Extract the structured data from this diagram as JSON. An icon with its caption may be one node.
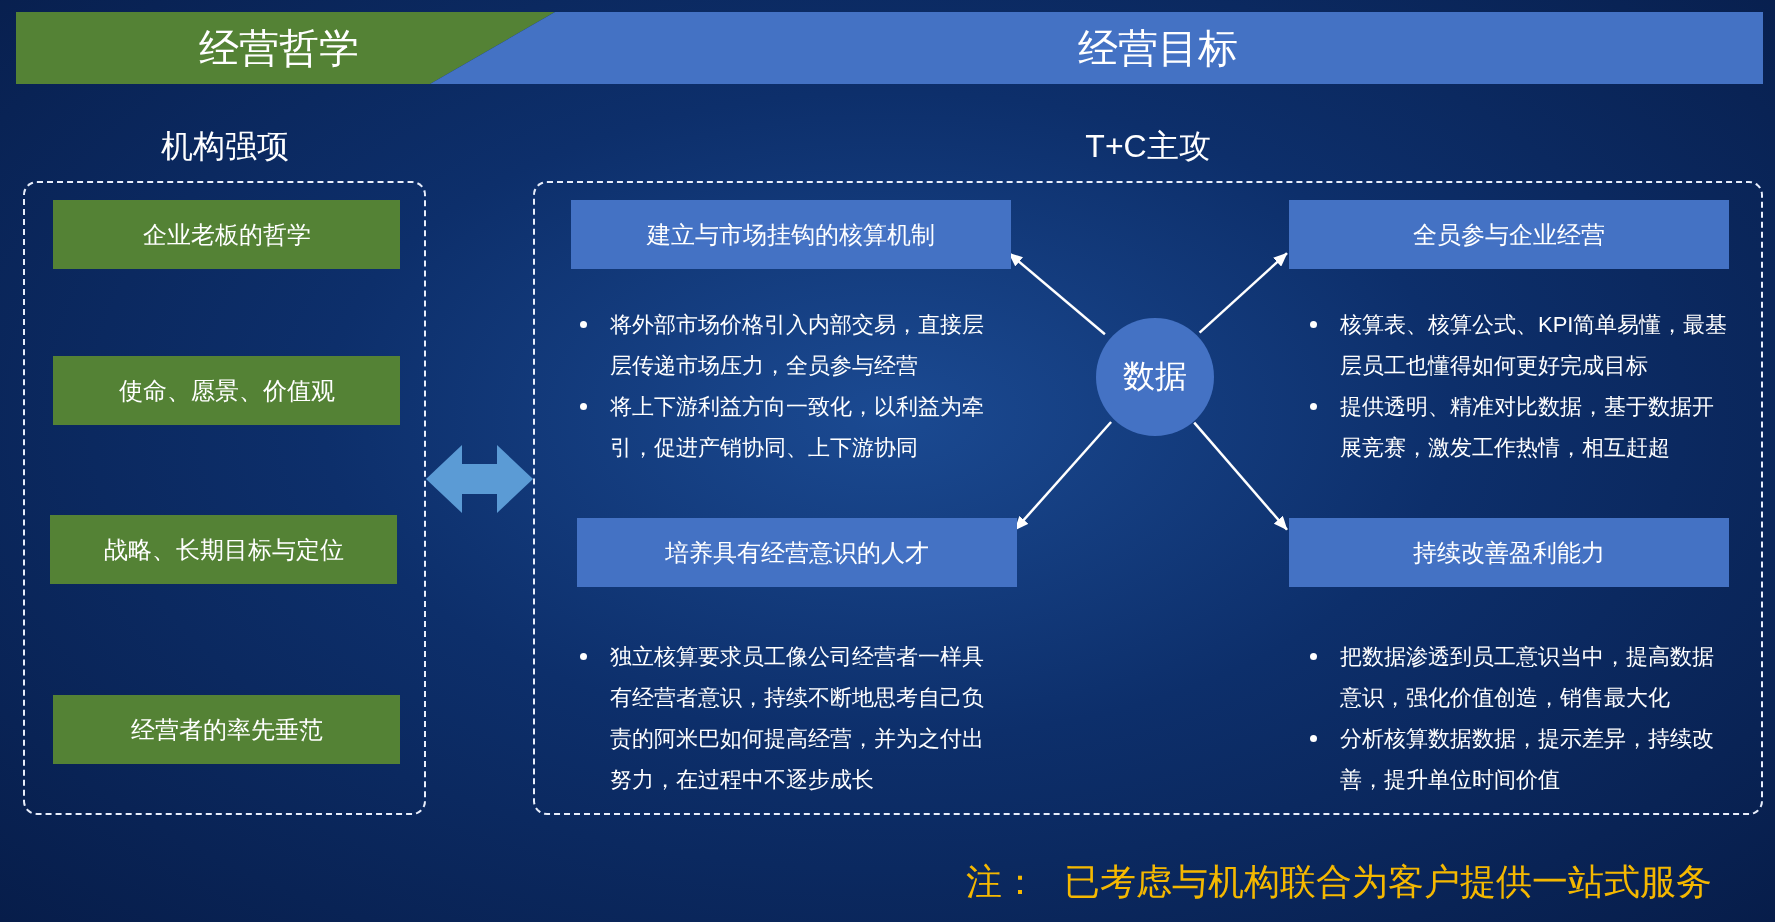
{
  "diagram": {
    "nodes": [
      {
        "text": [
          "经营哲学"
        ]
      },
      {
        "text": [
          "经营目标"
        ]
      },
      {
        "text": [
          "机构强项"
        ]
      },
      {
        "text": [
          "企业老板的哲学"
        ],
        "in": 2
      },
      {
        "text": [
          "使命、愿景、价值观"
        ],
        "in": 2
      },
      {
        "text": [
          "战略、长期目标与定位"
        ],
        "in": 2
      },
      {
        "text": [
          "经营者的率先垂范"
        ],
        "in": 2
      },
      {
        "text": [
          "T+C主攻"
        ]
      },
      {
        "text": [
          "建立与市场挂钩的核算机制"
        ],
        "in": 7,
        "beside": [
          "将外部市场价格引入内部交易，直接层层传递市场压力，全员参与经营",
          "将上下游利益方向一致化，以利益为牵引，促进产销协同、上下游协同"
        ]
      },
      {
        "text": [
          "全员参与企业经营"
        ],
        "in": 7,
        "beside": [
          "核算表、核算公式、KPI简单易懂，最基层员工也懂得如何更好完成目标",
          "提供透明、精准对比数据，基于数据开展竞赛，激发工作热情，相互赶超"
        ]
      },
      {
        "text": [
          "数据"
        ],
        "in": 7
      },
      {
        "text": [
          "培养具有经营意识的人才"
        ],
        "in": 7,
        "beside": [
          "独立核算要求员工像公司经营者一样具有经营者意识，持续不断地思考自己负责的阿米巴如何提高经营，并为之付出努力，在过程中不逐步成长"
        ]
      },
      {
        "text": [
          "持续改善盈利能力"
        ],
        "in": 7,
        "beside": [
          "把数据渗透到员工意识当中，提高数据意识，强化价值创造，销售最大化",
          "分析核算数据数据，提示差异，持续改善，提升单位时间价值"
        ]
      }
    ],
    "edges": [
      {
        "from": 2,
        "to": 7,
        "arrow": "both",
        "style": "thick",
        "color": "#5b9bd5"
      },
      {
        "from": 10,
        "to": 8,
        "arrow": "to"
      },
      {
        "from": 10,
        "to": 9,
        "arrow": "to"
      },
      {
        "from": 10,
        "to": 11,
        "arrow": "to"
      },
      {
        "from": 10,
        "to": 12,
        "arrow": "to"
      }
    ],
    "labels": [
      "注：",
      "已考虑与机构联合为客户提供一站式服务"
    ]
  }
}
